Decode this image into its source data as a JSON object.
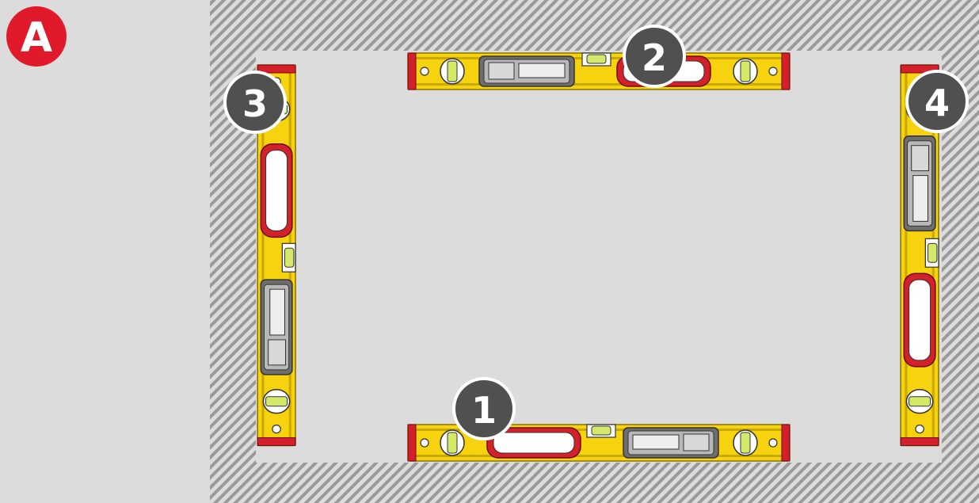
{
  "panel_label": "A",
  "steps": [
    {
      "number": "1",
      "position": "bottom"
    },
    {
      "number": "2",
      "position": "top"
    },
    {
      "number": "3",
      "position": "left"
    },
    {
      "number": "4",
      "position": "right"
    }
  ],
  "colors": {
    "background": "#dcdcdc",
    "wall_hatch": "#9a9a9a",
    "opening": "#dcdcdc",
    "level_body": "#f6d20f",
    "level_edge": "#c9a800",
    "end_cap": "#d3202a",
    "handle": "#d3202a",
    "display": "#9a9a9a",
    "vial": "#d4e86a",
    "badge": "#505050",
    "badge_ring": "#ffffff",
    "panel_badge": "#e11a2b"
  },
  "icons": [
    "spirit-level-icon",
    "digital-display-icon",
    "vial-icon",
    "handle-icon"
  ]
}
